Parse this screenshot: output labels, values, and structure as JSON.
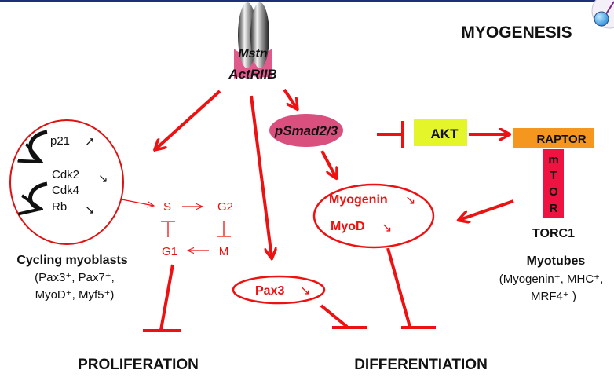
{
  "title": "MYOGENESIS",
  "receptor": {
    "ligand": "Mstn",
    "receptor": "ActRIIB"
  },
  "signaling": {
    "smad": "pSmad2/3",
    "akt": "AKT",
    "raptor": "RAPTOR",
    "mtor_letters": [
      "m",
      "T",
      "O",
      "R"
    ],
    "torc": "TORC1"
  },
  "cell_cycle_regulators": {
    "items": [
      {
        "name": "p21",
        "trend": "↗"
      },
      {
        "name": "Cdk2",
        "trend": "↘"
      },
      {
        "name": "Cdk4",
        "trend": ""
      },
      {
        "name": "Rb",
        "trend": "↘"
      }
    ]
  },
  "cell_cycle": {
    "phases": [
      "S",
      "G2",
      "M",
      "G1"
    ]
  },
  "differentiation_factors": {
    "items": [
      {
        "name": "Myogenin",
        "trend": "↘"
      },
      {
        "name": "MyoD",
        "trend": "↘"
      }
    ]
  },
  "pax3": {
    "name": "Pax3",
    "trend": "↘"
  },
  "cycling_myoblasts": {
    "title": "Cycling myoblasts",
    "line1": "(Pax3⁺, Pax7⁺,",
    "line2": "MyoD⁺, Myf5⁺)"
  },
  "myotubes": {
    "title": "Myotubes",
    "line1": "(Myogenin⁺, MHC⁺,",
    "line2": "MRF4⁺ )"
  },
  "outcomes": {
    "proliferation": "PROLIFERATION",
    "differentiation": "DIFFERENTIATION"
  },
  "colors": {
    "red": "#ee1111",
    "pink": "#d9507e",
    "akt": "#e4f52a",
    "raptor": "#f5961e",
    "mtor": "#ee1340",
    "topbar": "#1c2f7a"
  },
  "corner_icon": "app-logo-icon"
}
